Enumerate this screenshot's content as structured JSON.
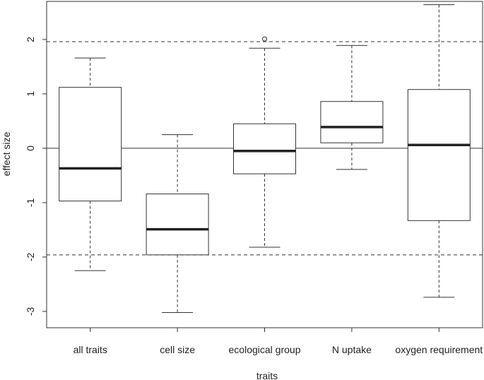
{
  "chart_data": {
    "type": "box",
    "xlabel": "traits",
    "ylabel": "effect size",
    "ylim": [
      -3.3,
      2.7
    ],
    "yticks": [
      -3,
      -2,
      -1,
      0,
      1,
      2
    ],
    "ytick_labels": [
      "-3",
      "-2",
      "-1",
      "0",
      "1",
      "2"
    ],
    "grid": false,
    "reference_lines": {
      "solid": [
        0
      ],
      "dashed": [
        1.96,
        -1.96
      ]
    },
    "categories": [
      "all traits",
      "cell size",
      "ecological group",
      "N uptake",
      "oxygen requirement"
    ],
    "boxes": [
      {
        "category": "all traits",
        "whisker_low": -2.25,
        "q1": -0.97,
        "median": -0.37,
        "q3": 1.12,
        "whisker_high": 1.66,
        "outliers": []
      },
      {
        "category": "cell size",
        "whisker_low": -3.02,
        "q1": -1.96,
        "median": -1.49,
        "q3": -0.84,
        "whisker_high": 0.25,
        "outliers": []
      },
      {
        "category": "ecological group",
        "whisker_low": -1.82,
        "q1": -0.47,
        "median": -0.05,
        "q3": 0.45,
        "whisker_high": 1.84,
        "outliers": [
          2.01
        ]
      },
      {
        "category": "N uptake",
        "whisker_low": -0.39,
        "q1": 0.1,
        "median": 0.39,
        "q3": 0.86,
        "whisker_high": 1.89,
        "outliers": []
      },
      {
        "category": "oxygen requirement",
        "whisker_low": -2.74,
        "q1": -1.33,
        "median": 0.06,
        "q3": 1.08,
        "whisker_high": 2.64,
        "outliers": []
      }
    ]
  }
}
